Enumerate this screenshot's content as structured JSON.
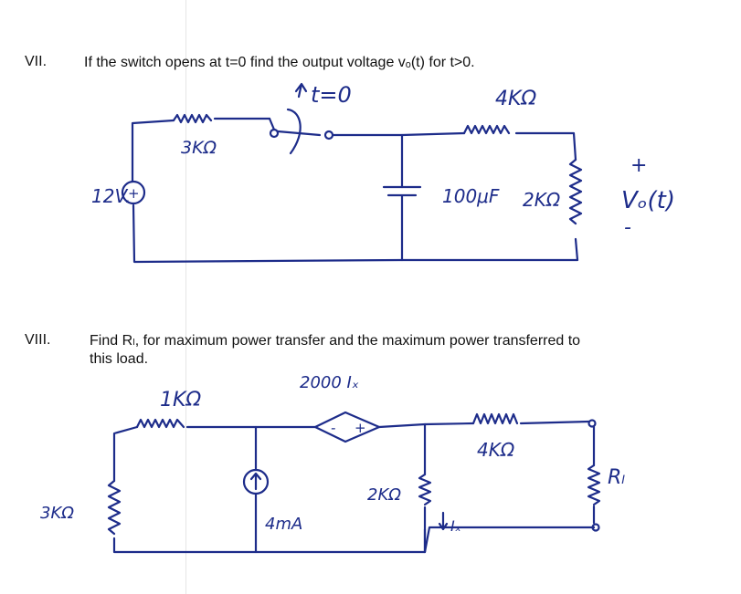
{
  "q7": {
    "number": "VII.",
    "text": "If the switch opens at t=0 find the output voltage vₒ(t)  for t>0.",
    "labels": {
      "source_v": "12V.",
      "source_sign": "+",
      "r1": "3KΩ",
      "switch": "t=0",
      "r2": "4KΩ",
      "cap": "100μF",
      "rload": "2KΩ",
      "plus": "+",
      "vo": "Vₒ(t)",
      "minus": "-"
    }
  },
  "q8": {
    "number": "VIII.",
    "line1": "Find Rₗ, for maximum power transfer and the maximum power transferred to",
    "line2": "this load.",
    "labels": {
      "r1": "1KΩ",
      "dep": "2000 Iₓ",
      "dep_minus": "-",
      "dep_plus": "+",
      "r4": "4KΩ",
      "rl": "Rₗ",
      "r3": "3KΩ",
      "cs": "4mA",
      "r2": "2KΩ",
      "ix": "Iₓ"
    }
  }
}
